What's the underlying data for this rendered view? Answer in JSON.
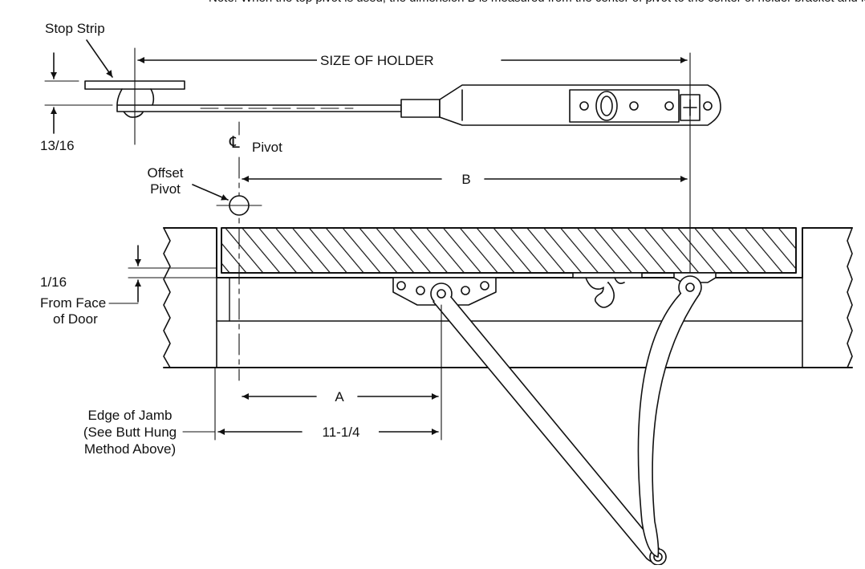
{
  "header": {
    "clipped_text": "Note: When the top pivot is used, the dimension B is measured from the center of pivot to the center of holder bracket and length"
  },
  "labels": {
    "stop_strip": "Stop Strip",
    "size_of_holder": "SIZE OF HOLDER",
    "dim_13_16": "13/16",
    "cl_symbol": "℄",
    "pivot": "Pivot",
    "offset_pivot_line1": "Offset",
    "offset_pivot_line2": "Pivot",
    "dim_b": "B",
    "dim_1_16": "1/16",
    "from_face_line1": "From Face",
    "from_face_line2": "of Door",
    "dim_a": "A",
    "dim_11_1_4": "11-1/4",
    "edge_line1": "Edge of Jamb",
    "edge_line2": "(See Butt Hung",
    "edge_line3": "Method Above)"
  }
}
